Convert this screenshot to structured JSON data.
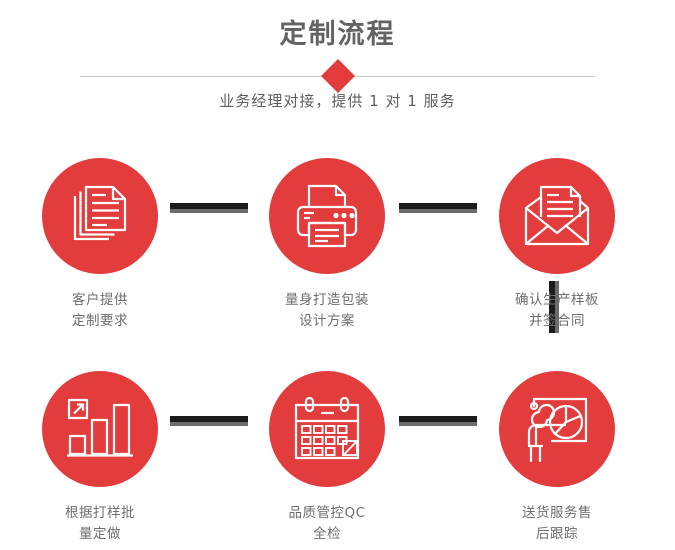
{
  "header": {
    "title": "定制流程",
    "subtitle": "业务经理对接，提供 1 对 1 服务",
    "divider_icon": "diamond",
    "accent_color": "#e23c3c",
    "title_color": "#636363",
    "divider_line_color": "#c9c9c9"
  },
  "flow": {
    "connector_dark_color": "#1c1c1c",
    "connector_shadow_color": "#6b6b6b",
    "circle_color": "#e23c3c",
    "label_color": "#6e6e6e",
    "steps": [
      {
        "index": 1,
        "icon": "documents-stack-icon",
        "label": "客户提供\n定制要求"
      },
      {
        "index": 2,
        "icon": "printer-icon",
        "label": "量身打造包装\n设计方案"
      },
      {
        "index": 3,
        "icon": "envelope-document-icon",
        "label": "确认生产样板\n并签合同"
      },
      {
        "index": 4,
        "icon": "bar-chart-growth-icon",
        "label": "根据打样批\n量定做"
      },
      {
        "index": 5,
        "icon": "calendar-check-icon",
        "label": "品质管控QC\n全检"
      },
      {
        "index": 6,
        "icon": "presentation-pie-icon",
        "label": "送货服务售\n后跟踪"
      }
    ],
    "connectors": [
      {
        "id": "c1",
        "orientation": "horizontal",
        "from": 1,
        "to": 2
      },
      {
        "id": "c2",
        "orientation": "horizontal",
        "from": 2,
        "to": 3
      },
      {
        "id": "c3",
        "orientation": "vertical",
        "from": 3,
        "to": 6
      },
      {
        "id": "c4",
        "orientation": "horizontal",
        "from": 4,
        "to": 5
      },
      {
        "id": "c5",
        "orientation": "horizontal",
        "from": 5,
        "to": 6
      }
    ]
  }
}
